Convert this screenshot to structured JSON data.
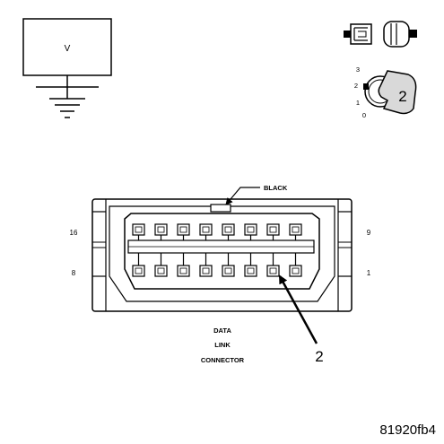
{
  "meter": {
    "label": "V"
  },
  "key_positions": [
    "3",
    "2",
    "1",
    "0"
  ],
  "key_callout": "2",
  "connector": {
    "color_label": "BLACK",
    "pin_labels": {
      "top_left": "16",
      "bottom_left": "8",
      "top_right": "9",
      "bottom_right": "1"
    },
    "name_lines": [
      "DATA",
      "LINK",
      "CONNECTOR"
    ],
    "callout": "2"
  },
  "figure_id": "81920fb4"
}
